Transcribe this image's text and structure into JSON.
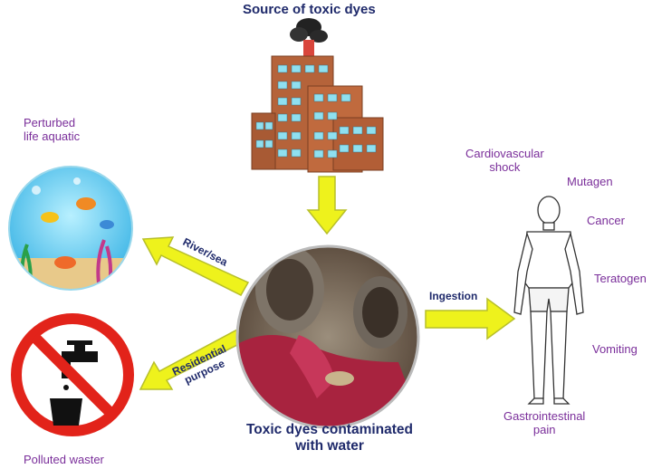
{
  "title": "Source of toxic dyes",
  "center_label": "Toxic dyes contaminated\nwith water",
  "arrows": {
    "river_sea": "River/sea",
    "ingestion": "Ingestion",
    "residential": "Residential\npurpose"
  },
  "left": {
    "aquatic": "Perturbed\nlife aquatic",
    "polluted": "Polluted waster"
  },
  "health": {
    "cardio": "Cardiovascular\nshock",
    "mutagen": "Mutagen",
    "cancer": "Cancer",
    "teratogen": "Teratogen",
    "vomiting": "Vomiting",
    "gastro": "Gastrointestinal\npain"
  },
  "colors": {
    "arrow_fill": "#eef21c",
    "arrow_stroke": "#b7bf2a",
    "label_navy": "#1f2a6b",
    "label_purple": "#7a2e9a",
    "no_sign_red": "#e2231a",
    "water_blue": "#6fd3f2",
    "building_brown": "#b5633a",
    "dye_red": "#a8233f"
  },
  "icons": [
    "factory-building-icon",
    "aquatic-life-icon",
    "no-water-tap-icon",
    "human-body-icon",
    "dye-pipe-photo-icon"
  ]
}
